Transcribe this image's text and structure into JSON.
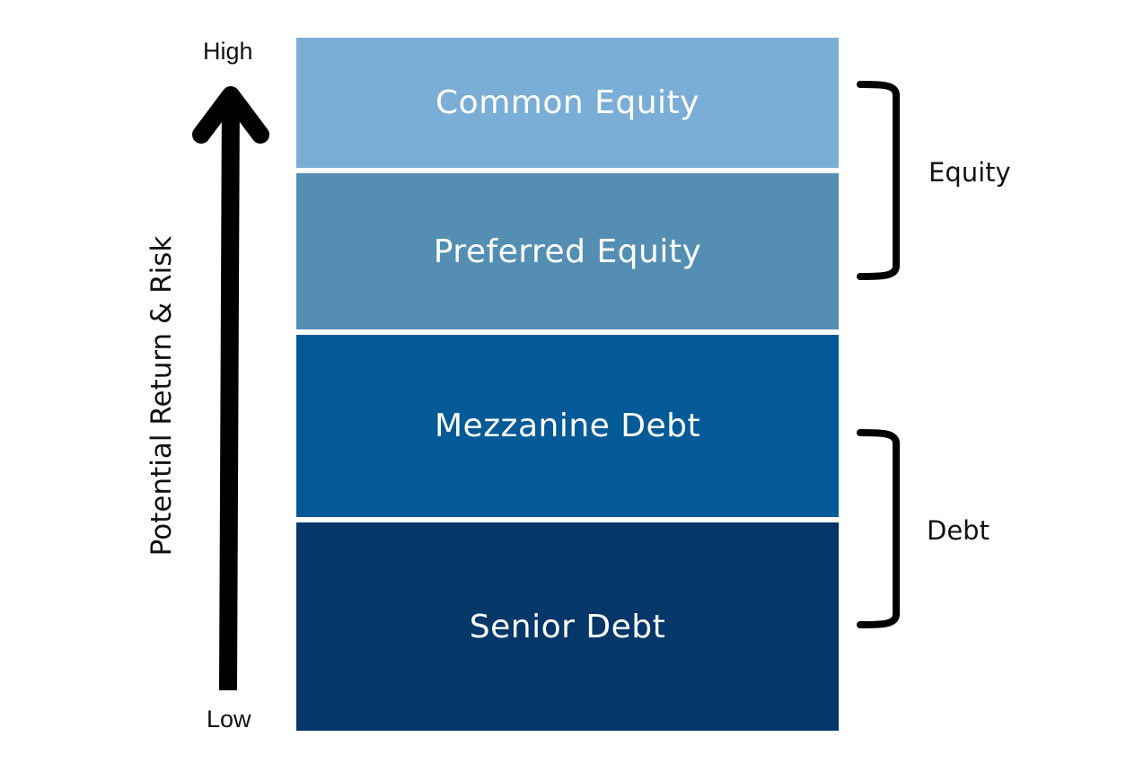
{
  "axis": {
    "high_label": "High",
    "low_label": "Low",
    "title": "Potential Return & Risk"
  },
  "layers": [
    {
      "label": "Common Equity",
      "color": "#7aaed6"
    },
    {
      "label": "Preferred Equity",
      "color": "#548fb3"
    },
    {
      "label": "Mezzanine Debt",
      "color": "#045a96"
    },
    {
      "label": "Senior Debt",
      "color": "#053769"
    }
  ],
  "groups": {
    "equity": {
      "label": "Equity"
    },
    "debt": {
      "label": "Debt"
    }
  }
}
